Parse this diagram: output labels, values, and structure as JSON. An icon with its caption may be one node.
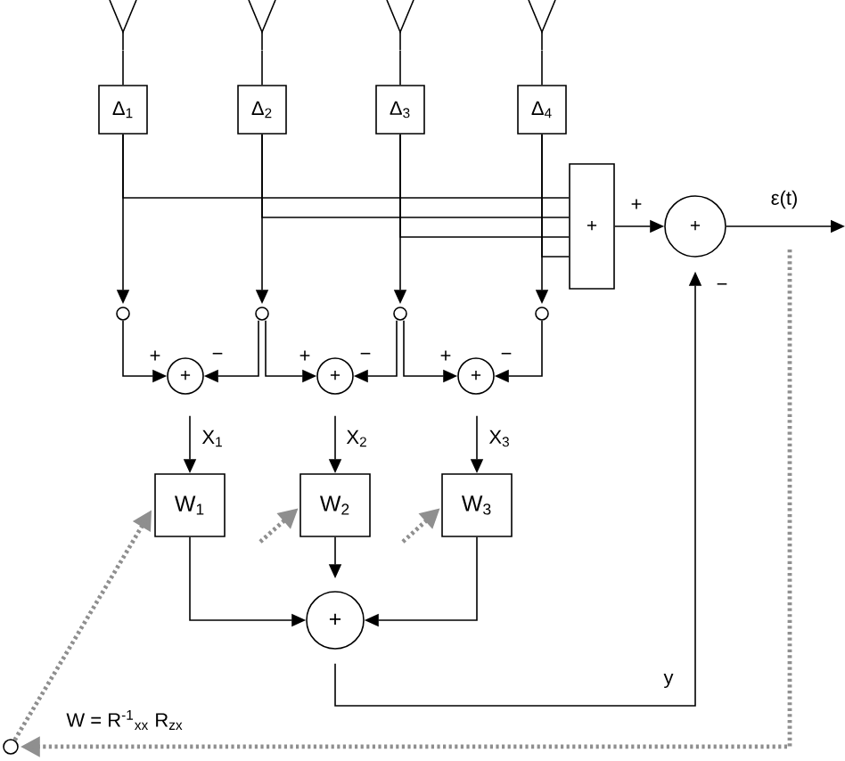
{
  "diagram": {
    "nodes": [
      {
        "text": [],
        "shape": "antenna"
      },
      {
        "text": [],
        "shape": "antenna"
      },
      {
        "text": [],
        "shape": "antenna"
      },
      {
        "text": [],
        "shape": "antenna"
      },
      {
        "text": [
          "Δ$_{1}$"
        ]
      },
      {
        "text": [
          "Δ$_{2}$"
        ]
      },
      {
        "text": [
          "Δ$_{3}$"
        ]
      },
      {
        "text": [
          "Δ$_{4}$"
        ]
      },
      {
        "text": [
          "+"
        ]
      },
      {
        "text": [
          "+"
        ]
      },
      {
        "text": [],
        "shape": "circle"
      },
      {
        "text": [],
        "shape": "circle"
      },
      {
        "text": [],
        "shape": "circle"
      },
      {
        "text": [],
        "shape": "circle"
      },
      {
        "text": [
          "+"
        ]
      },
      {
        "text": [
          "+"
        ]
      },
      {
        "text": [
          "+"
        ]
      },
      {
        "text": [
          "W$_{1}$"
        ]
      },
      {
        "text": [
          "W$_{2}$"
        ]
      },
      {
        "text": [
          "W$_{3}$"
        ]
      },
      {
        "text": [
          "+"
        ]
      },
      {
        "text": [],
        "shape": "circle"
      }
    ],
    "edges": [
      {
        "from": 0,
        "to": 4,
        "arrow": "none"
      },
      {
        "from": 1,
        "to": 5,
        "arrow": "none"
      },
      {
        "from": 2,
        "to": 6,
        "arrow": "none"
      },
      {
        "from": 3,
        "to": 7,
        "arrow": "none"
      },
      {
        "from": 4,
        "to": 8,
        "arrow": "none"
      },
      {
        "from": 5,
        "to": 8,
        "arrow": "none"
      },
      {
        "from": 6,
        "to": 8,
        "arrow": "none"
      },
      {
        "from": 7,
        "to": 8,
        "arrow": "none"
      },
      {
        "from": 4,
        "to": 10,
        "arrow": "to"
      },
      {
        "from": 5,
        "to": 11,
        "arrow": "to"
      },
      {
        "from": 6,
        "to": 12,
        "arrow": "to"
      },
      {
        "from": 7,
        "to": 13,
        "arrow": "to"
      },
      {
        "from": 8,
        "to": 9,
        "arrow": "to"
      },
      {
        "from": 9,
        "to": null,
        "arrow": "to",
        "label": "ε(t)"
      },
      {
        "from": 10,
        "to": 14,
        "arrow": "to"
      },
      {
        "from": 11,
        "to": 14,
        "arrow": "to"
      },
      {
        "from": 11,
        "to": 15,
        "arrow": "to"
      },
      {
        "from": 12,
        "to": 15,
        "arrow": "to"
      },
      {
        "from": 12,
        "to": 16,
        "arrow": "to"
      },
      {
        "from": 13,
        "to": 16,
        "arrow": "to"
      },
      {
        "from": 14,
        "to": 17,
        "arrow": "to",
        "label": "X$_{1}$"
      },
      {
        "from": 15,
        "to": 18,
        "arrow": "to",
        "label": "X$_{2}$"
      },
      {
        "from": 16,
        "to": 19,
        "arrow": "to",
        "label": "X$_{3}$"
      },
      {
        "from": 17,
        "to": 20,
        "arrow": "to"
      },
      {
        "from": 18,
        "to": 20,
        "arrow": "to"
      },
      {
        "from": 19,
        "to": 20,
        "arrow": "to"
      },
      {
        "from": 20,
        "to": 9,
        "arrow": "to",
        "label": "y"
      },
      {
        "from": null,
        "to": 21,
        "arrow": "to",
        "style": "dashed",
        "color": "#8f8f8f",
        "label": "W = R$^{-1}$$_{xx}$ R$_{zx}$"
      },
      {
        "from": 21,
        "to": 17,
        "arrow": "to",
        "style": "dashed",
        "color": "#8f8f8f"
      },
      {
        "from": null,
        "to": 18,
        "arrow": "to",
        "style": "dashed",
        "color": "#8f8f8f"
      },
      {
        "from": null,
        "to": 19,
        "arrow": "to",
        "style": "dashed",
        "color": "#8f8f8f"
      }
    ],
    "labels": [
      "+",
      "−",
      "+",
      "−",
      "+",
      "−",
      "+",
      "−"
    ]
  }
}
